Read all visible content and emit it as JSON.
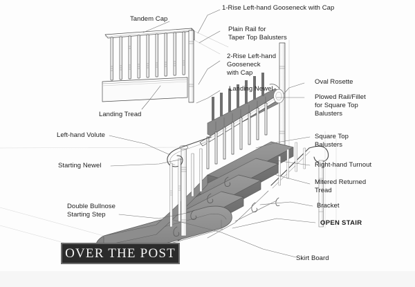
{
  "diagram": {
    "title": "OVER THE POST",
    "banner_label": "OVER THE POST",
    "subject": "staircase-components-diagram",
    "background_color": "#fdfdfd",
    "line_color": "#4a4a4a",
    "tread_color": "#8e8e8e",
    "riser_color": "#6b6b6b",
    "baluster_color": "#fafafa",
    "text_color": "#1c1c1c",
    "banner_bg_color": "#2b2b2b",
    "banner_text_color": "#f4f4f4"
  },
  "labels": [
    {
      "id": "tandem-cap",
      "text": "Tandem Cap"
    },
    {
      "id": "one-rise-gooseneck",
      "text": "1-Rise Left-hand Gooseneck with Cap"
    },
    {
      "id": "plain-rail-line1",
      "text": "Plain Rail for"
    },
    {
      "id": "plain-rail-line2",
      "text": "Taper Top Balusters"
    },
    {
      "id": "two-rise-gooseneck-line1",
      "text": "2-Rise Left-hand"
    },
    {
      "id": "two-rise-gooseneck-line2",
      "text": "Gooseneck"
    },
    {
      "id": "two-rise-gooseneck-line3",
      "text": "with Cap"
    },
    {
      "id": "landing-newel",
      "text": "Landing Newel"
    },
    {
      "id": "oval-rosette",
      "text": "Oval Rosette"
    },
    {
      "id": "plowed-rail-line1",
      "text": "Plowed Rail/Fillet"
    },
    {
      "id": "plowed-rail-line2",
      "text": "for Square Top"
    },
    {
      "id": "plowed-rail-line3",
      "text": "Balusters"
    },
    {
      "id": "landing-tread",
      "text": "Landing Tread"
    },
    {
      "id": "left-hand-volute",
      "text": "Left-hand Volute"
    },
    {
      "id": "square-top-balusters-line1",
      "text": "Square Top"
    },
    {
      "id": "square-top-balusters-line2",
      "text": "Balusters"
    },
    {
      "id": "starting-newel",
      "text": "Starting Newel"
    },
    {
      "id": "right-hand-turnout",
      "text": "Right-hand Turnout"
    },
    {
      "id": "mitered-tread-line1",
      "text": "Mitered Returned"
    },
    {
      "id": "mitered-tread-line2",
      "text": "Tread"
    },
    {
      "id": "double-bullnose-line1",
      "text": "Double Bullnose"
    },
    {
      "id": "double-bullnose-line2",
      "text": "Starting Step"
    },
    {
      "id": "bracket",
      "text": "Bracket"
    },
    {
      "id": "open-stair",
      "text": "OPEN STAIR"
    },
    {
      "id": "skirt-board",
      "text": "Skirt Board"
    }
  ]
}
